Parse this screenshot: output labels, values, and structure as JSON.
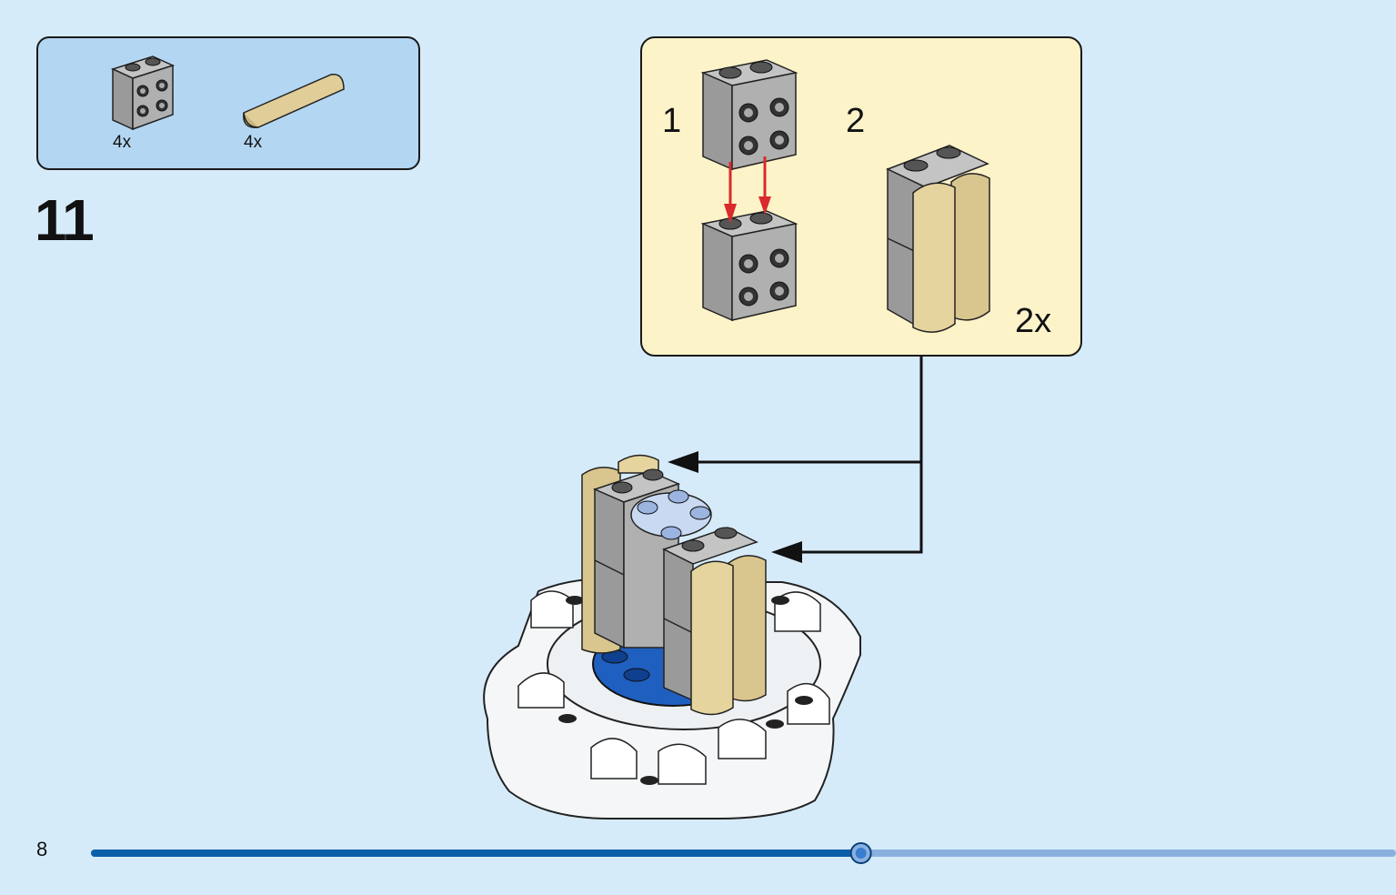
{
  "parts_list": {
    "items": [
      {
        "icon": "gray-brick-2x2-studs-sides-icon",
        "quantity": "4x"
      },
      {
        "icon": "tan-round-tile-1x4-icon",
        "quantity": "4x"
      }
    ]
  },
  "step": {
    "number": "11"
  },
  "sub_assembly": {
    "substeps": [
      "1",
      "2"
    ],
    "multiplier": "2x"
  },
  "progress": {
    "fraction": 0.59
  },
  "page": {
    "number": "8"
  },
  "colors": {
    "background": "#d6ebfa",
    "parts_box": "#b3d6f2",
    "sub_box": "#fdf3c9",
    "brick_gray": "#a8a8a8",
    "tan": "#e0cd98",
    "arrow_red": "#d92b2b",
    "progress_done": "#0a5fa8",
    "progress_rest": "#8ab0df"
  }
}
